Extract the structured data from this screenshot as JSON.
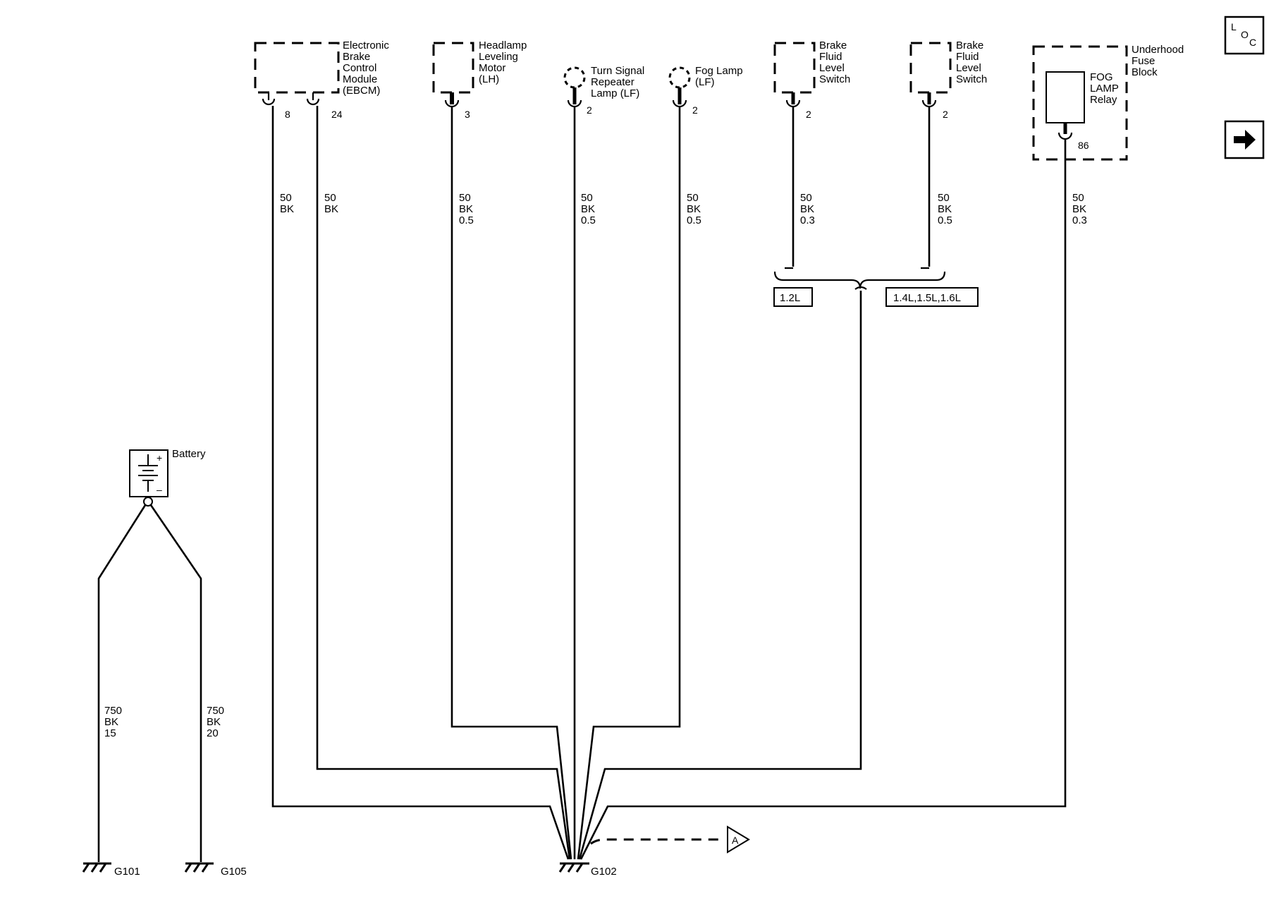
{
  "components": {
    "ebcm": [
      "Electronic",
      "Brake",
      "Control",
      "Module",
      "(EBCM)"
    ],
    "headlamp": [
      "Headlamp",
      "Leveling",
      "Motor",
      "(LH)"
    ],
    "turn_signal": [
      "Turn Signal",
      "Repeater",
      "Lamp (LF)"
    ],
    "fog_lamp": [
      "Fog Lamp",
      "(LF)"
    ],
    "brake_switch_1": [
      "Brake",
      "Fluid",
      "Level",
      "Switch"
    ],
    "brake_switch_2": [
      "Brake",
      "Fluid",
      "Level",
      "Switch"
    ],
    "fuse_block": [
      "Underhood",
      "Fuse",
      "Block"
    ],
    "relay": [
      "FOG",
      "LAMP",
      "Relay"
    ],
    "battery": "Battery"
  },
  "pins": {
    "ebcm_a": "8",
    "ebcm_b": "24",
    "headlamp": "3",
    "turn_signal": "2",
    "fog_lamp": "2",
    "brake_1": "2",
    "brake_2": "2",
    "relay": "86"
  },
  "wires": {
    "ebcm_a": [
      "50",
      "BK"
    ],
    "ebcm_b": [
      "50",
      "BK"
    ],
    "headlamp": [
      "50",
      "BK",
      "0.5"
    ],
    "turn_signal": [
      "50",
      "BK",
      "0.5"
    ],
    "fog_lamp": [
      "50",
      "BK",
      "0.5"
    ],
    "brake_1": [
      "50",
      "BK",
      "0.3"
    ],
    "brake_2": [
      "50",
      "BK",
      "0.5"
    ],
    "relay": [
      "50",
      "BK",
      "0.3"
    ],
    "battery_1": [
      "750",
      "BK",
      "15"
    ],
    "battery_2": [
      "750",
      "BK",
      "20"
    ]
  },
  "options": {
    "opt_a": "1.2L",
    "opt_b": "1.4L,1.5L,1.6L"
  },
  "grounds": {
    "g101": "G101",
    "g105": "G105",
    "g102": "G102"
  },
  "battery_signs": {
    "plus": "+",
    "minus": "–"
  },
  "offpage": "A",
  "loc_icon": {
    "l": "L",
    "o": "O",
    "c": "C"
  },
  "icons": {
    "loc": "location-icon",
    "next": "arrow-right-icon"
  }
}
